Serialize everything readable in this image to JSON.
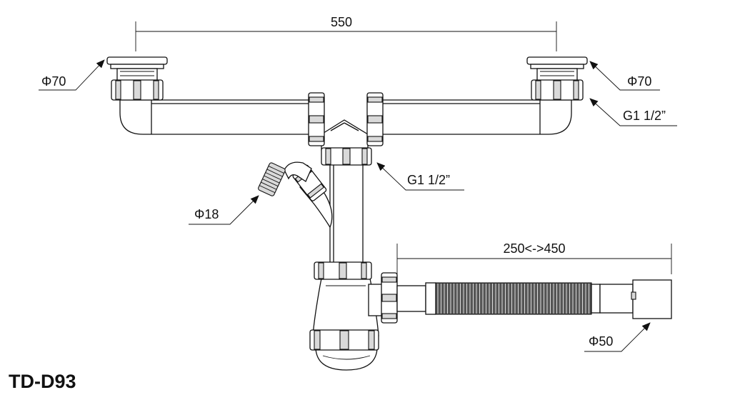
{
  "dimensions": {
    "top_width": "550",
    "hose_length": "250<->450"
  },
  "callouts": {
    "left_outlet_diameter": "Φ70",
    "right_outlet_diameter": "Φ70",
    "right_nut_thread": "G1 1/2”",
    "center_nut_thread": "G1 1/2”",
    "side_spout_diameter": "Φ18",
    "hose_end_diameter": "Φ50"
  },
  "model": "TD-D93"
}
